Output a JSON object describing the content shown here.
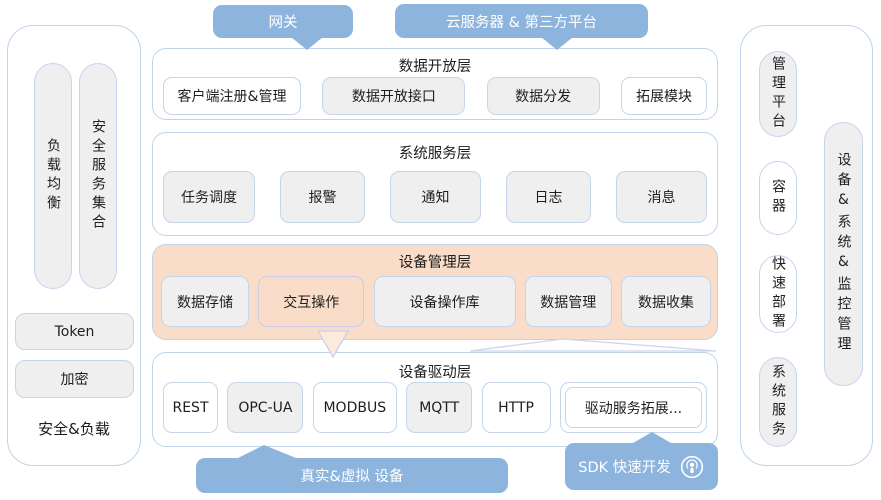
{
  "colors": {
    "banner_blue": "#8DB4DC",
    "gray_fill": "#EFEFEF",
    "panel_border": "#BFD3EB",
    "box_border": "#C6D4EE",
    "orange_fill": "#F9DDC8",
    "text": "#1E1E1E",
    "banner_text": "#FFFFFF"
  },
  "top_banners": {
    "gateway": "网关",
    "cloud": "云服务器 & 第三方平台"
  },
  "left_panel": {
    "load_balance": "负载均衡",
    "security_services": "安全服务集合",
    "token": "Token",
    "encryption": "加密",
    "footer": "安全&负载"
  },
  "right_panel": {
    "management_platform": "管理平台",
    "container": "容器",
    "rapid_deploy": "快速部署",
    "system_service": "系统服务",
    "monitor": "设备&系统&监控管理"
  },
  "layers": [
    {
      "title": "数据开放层",
      "boxes": [
        {
          "label": "客户端注册&管理"
        },
        {
          "label": "数据开放接口"
        },
        {
          "label": "数据分发"
        },
        {
          "label": "拓展模块"
        }
      ]
    },
    {
      "title": "系统服务层",
      "boxes": [
        {
          "label": "任务调度"
        },
        {
          "label": "报警"
        },
        {
          "label": "通知"
        },
        {
          "label": "日志"
        },
        {
          "label": "消息"
        }
      ]
    },
    {
      "title": "设备管理层",
      "boxes": [
        {
          "label": "数据存储"
        },
        {
          "label": "交互操作"
        },
        {
          "label": "设备操作库"
        },
        {
          "label": "数据管理"
        },
        {
          "label": "数据收集"
        }
      ]
    },
    {
      "title": "设备驱动层",
      "boxes": [
        {
          "label": "REST"
        },
        {
          "label": "OPC-UA"
        },
        {
          "label": "MODBUS"
        },
        {
          "label": "MQTT"
        },
        {
          "label": "HTTP"
        },
        {
          "label": "驱动服务拓展..."
        }
      ]
    }
  ],
  "bottom_banners": {
    "devices": "真实&虚拟 设备",
    "sdk": "SDK 快速开发"
  }
}
